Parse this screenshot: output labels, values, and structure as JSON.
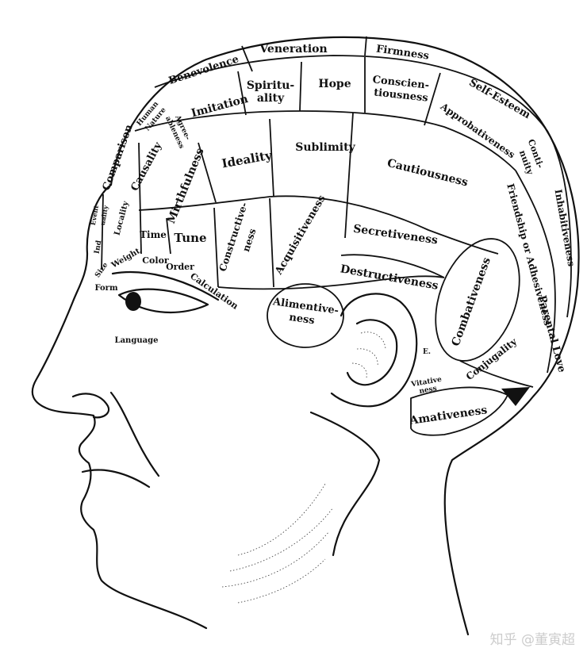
{
  "faculties": {
    "veneration": "Veneration",
    "firmness": "Firmness",
    "benevolence": "Benevolence",
    "spirituality_1": "Spiritu-",
    "spirituality_2": "ality",
    "hope": "Hope",
    "conscientiousness_1": "Conscien-",
    "conscientiousness_2": "tiousness",
    "self_esteem": "Self-Esteem",
    "human_nature_1": "Human",
    "human_nature_2": "Nature",
    "imitation": "Imitation",
    "agreeableness_1": "Agree-",
    "agreeableness_2": "ableness",
    "approbativeness": "Approbativeness",
    "comparison": "Comparison",
    "causality": "Causality",
    "mirthfulness": "Mirthfulness",
    "ideality": "Ideality",
    "sublimity": "Sublimity",
    "cautiousness": "Cautiousness",
    "continuity_1": "Conti-",
    "continuity_2": "nuity",
    "event_1": "Event",
    "event_2": "uality",
    "locality": "Locality",
    "time": "Time",
    "tune": "Tune",
    "constructiveness_1": "Constructive-",
    "constructiveness_2": "ness",
    "acquisitiveness": "Acquisitiveness",
    "secretiveness": "Secretiveness",
    "friendship": "Friendship or Adhesiveness",
    "inhabitiveness": "Inhabitiveness",
    "individuality": "Ind",
    "size": "Size",
    "weight": "Weight",
    "color": "Color",
    "order": "Order",
    "calculation": "Calculation",
    "destructiveness": "Destructiveness",
    "form": "Form",
    "language": "Language",
    "alimentiveness_1": "Alimentive-",
    "alimentiveness_2": "ness",
    "combativeness": "Combativeness",
    "parental_love": "Parental Love",
    "e": "E.",
    "vitativeness_1": "Vitative",
    "vitativeness_2": "ness",
    "conjugality": "Conjugality",
    "amativeness": "Amativeness"
  },
  "watermark": "知乎 @董寅超"
}
